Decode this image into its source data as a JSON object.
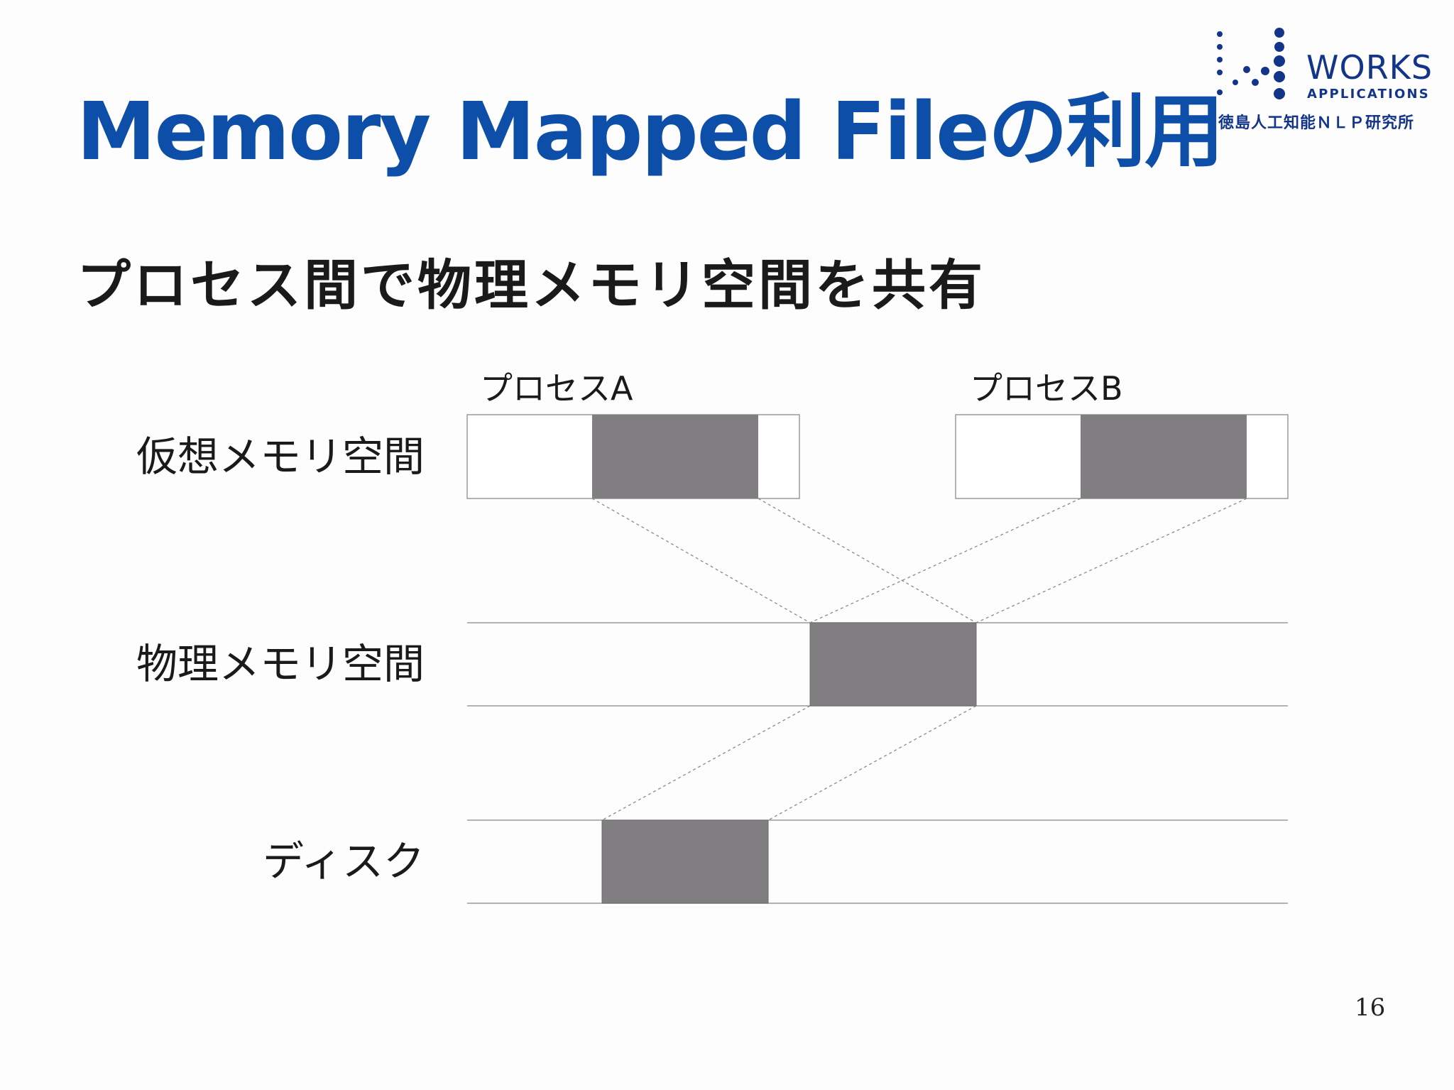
{
  "slide": {
    "title": "Memory Mapped Fileの利用",
    "subtitle": "プロセス間で物理メモリ空間を共有",
    "page_number": "16"
  },
  "logo": {
    "wordmark_line1": "WORKS",
    "wordmark_line2": "APPLICATIONS",
    "subtext": "徳島人工知能ＮＬＰ研究所",
    "color": "#12358a"
  },
  "diagram": {
    "process_labels": [
      "プロセスA",
      "プロセスB"
    ],
    "row_labels": {
      "virtual": "仮想メモリ空間",
      "physical": "物理メモリ空間",
      "disk": "ディスク"
    },
    "block_color": "#807e80"
  },
  "colors": {
    "title": "#0d4fa8",
    "text": "#1a1a1a"
  }
}
